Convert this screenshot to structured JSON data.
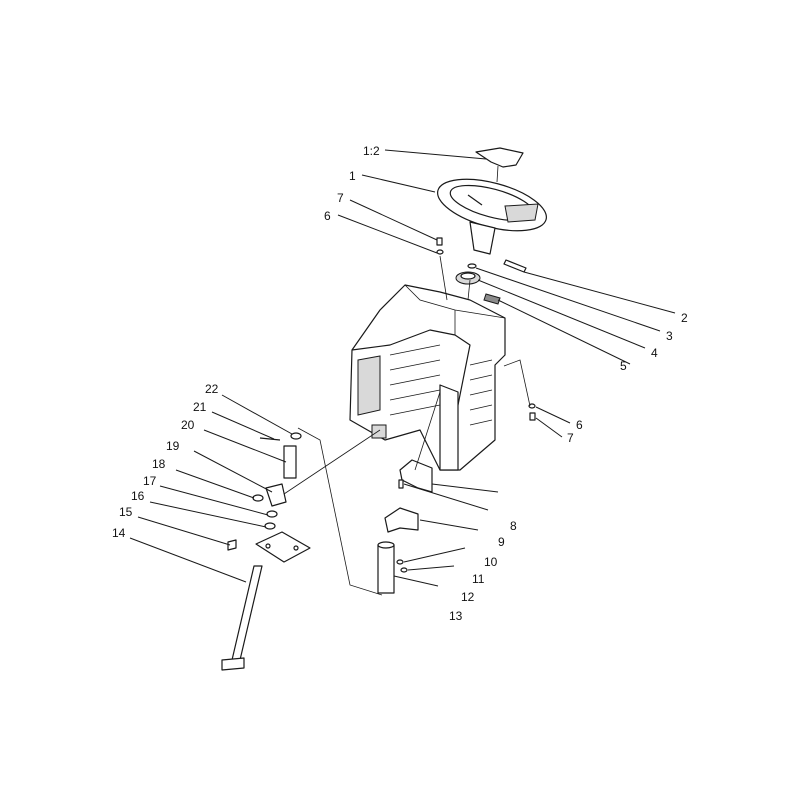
{
  "labels": [
    {
      "id": "p1-2",
      "text": "1:2"
    },
    {
      "id": "p1",
      "text": "1"
    },
    {
      "id": "p7a",
      "text": "7"
    },
    {
      "id": "p6a",
      "text": "6"
    },
    {
      "id": "p2",
      "text": "2"
    },
    {
      "id": "p3",
      "text": "3"
    },
    {
      "id": "p4",
      "text": "4"
    },
    {
      "id": "p5",
      "text": "5"
    },
    {
      "id": "p6b",
      "text": "6"
    },
    {
      "id": "p7b",
      "text": "7"
    },
    {
      "id": "p22",
      "text": "22"
    },
    {
      "id": "p21",
      "text": "21"
    },
    {
      "id": "p20",
      "text": "20"
    },
    {
      "id": "p19",
      "text": "19"
    },
    {
      "id": "p18",
      "text": "18"
    },
    {
      "id": "p17",
      "text": "17"
    },
    {
      "id": "p16",
      "text": "16"
    },
    {
      "id": "p15",
      "text": "15"
    },
    {
      "id": "p14",
      "text": "14"
    },
    {
      "id": "p8",
      "text": "8"
    },
    {
      "id": "p9",
      "text": "9"
    },
    {
      "id": "p10",
      "text": "10"
    },
    {
      "id": "p11",
      "text": "11"
    },
    {
      "id": "p12",
      "text": "12"
    },
    {
      "id": "p13",
      "text": "13"
    }
  ]
}
